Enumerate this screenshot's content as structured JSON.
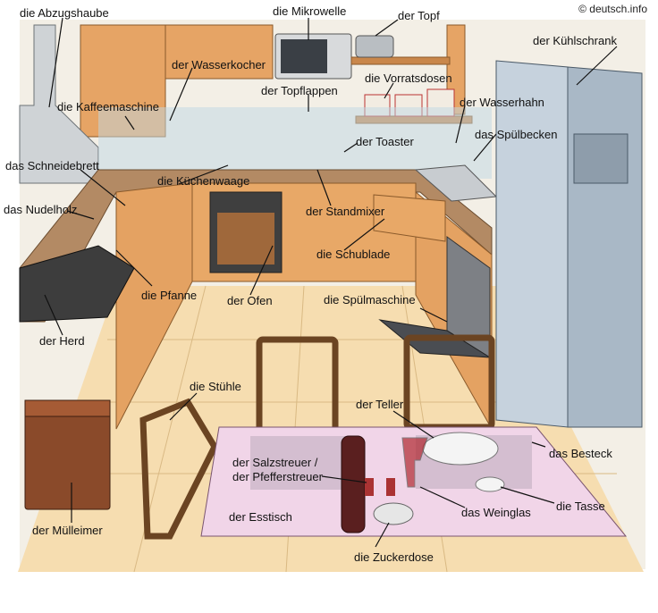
{
  "copyright": "© deutsch.info",
  "labels": {
    "abzugshaube": "die Abzugshaube",
    "mikrowelle": "die Mikrowelle",
    "topf": "der Topf",
    "kuehlschrank": "der Kühlschrank",
    "wasserkocher": "der Wasserkocher",
    "vorratsdosen": "die Vorratsdosen",
    "kaffeemaschine": "die Kaffeemaschine",
    "topflappen": "der Topflappen",
    "wasserhahn": "der Wasserhahn",
    "spuelbecken": "das Spülbecken",
    "toaster": "der Toaster",
    "schneidebrett": "das Schneidebrett",
    "kuechenwaage": "die Küchenwaage",
    "nudelholz": "das Nudelholz",
    "standmixer": "der Standmixer",
    "schublade": "die Schublade",
    "pfanne": "die Pfanne",
    "ofen": "der Ofen",
    "spuelmaschine": "die Spülmaschine",
    "herd": "der Herd",
    "stuehle": "die Stühle",
    "teller": "der Teller",
    "besteck": "das Besteck",
    "salzstreuer": "der Salzstreuer /",
    "pfefferstreuer": "der Pfefferstreuer",
    "tasse": "die Tasse",
    "esstisch": "der Esstisch",
    "weinglas": "das Weinglas",
    "muelleimer": "der Mülleimer",
    "zuckerdose": "die Zuckerdose"
  }
}
